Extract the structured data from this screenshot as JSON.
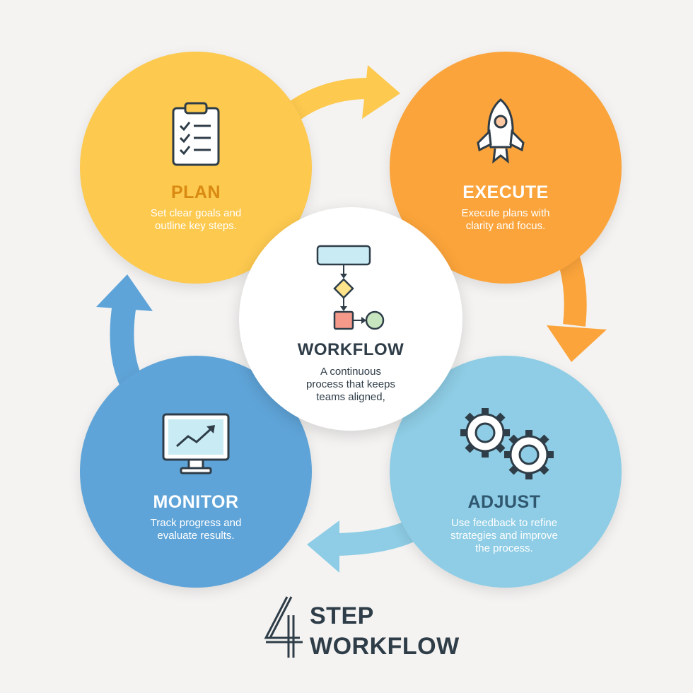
{
  "center": {
    "title": "WORKFLOW",
    "description": "A continuous\nprocess that keeps\nteams aligned,"
  },
  "steps": {
    "plan": {
      "title": "PLAN",
      "description": "Set clear goals and\noutline key steps.",
      "icon": "clipboard-checklist-icon",
      "color": "#fdc94f",
      "title_color": "#d98a12"
    },
    "execute": {
      "title": "EXECUTE",
      "description": "Execute plans with\nclarity and focus.",
      "icon": "rocket-icon",
      "color": "#fba43b",
      "title_color": "#ffffff"
    },
    "adjust": {
      "title": "ADJUST",
      "description": "Use feedback to refine\nstrategies and improve\nthe process.",
      "icon": "gears-icon",
      "color": "#8ecde5",
      "title_color": "#2f5870"
    },
    "monitor": {
      "title": "MONITOR",
      "description": "Track progress and\nevaluate results.",
      "icon": "monitor-chart-icon",
      "color": "#5fa4d8",
      "title_color": "#ffffff"
    }
  },
  "heading": {
    "number": "4",
    "line1": "STEP",
    "line2": "WORKFLOW"
  }
}
